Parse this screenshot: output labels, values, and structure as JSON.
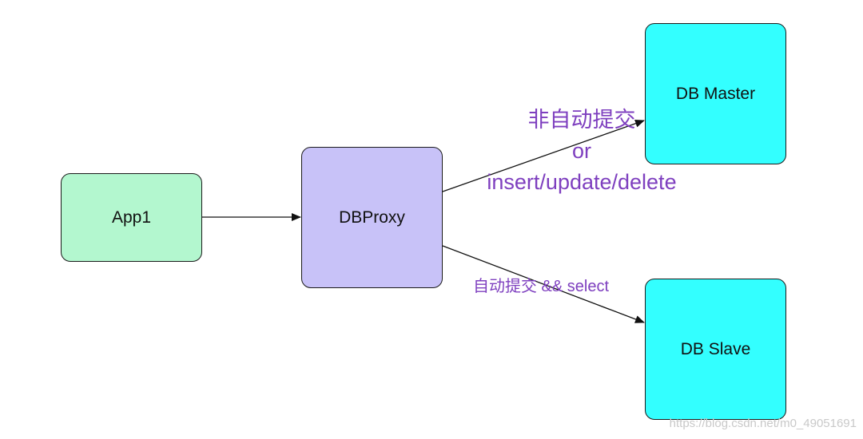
{
  "nodes": {
    "app1": {
      "label": "App1",
      "fill": "#b3f7cf"
    },
    "proxy": {
      "label": "DBProxy",
      "fill": "#c8c2f8"
    },
    "master": {
      "label": "DB Master",
      "fill": "#33ffff"
    },
    "slave": {
      "label": "DB Slave",
      "fill": "#33ffff"
    }
  },
  "edges": {
    "to_master": {
      "label_line1": "非自动提交",
      "label_line2": "or",
      "label_line3": "insert/update/delete"
    },
    "to_slave": {
      "label": "自动提交 && select"
    }
  },
  "colors": {
    "edge_label": "#7e3fbf",
    "stroke": "#1a1a1a"
  },
  "watermark": "https://blog.csdn.net/m0_49051691"
}
